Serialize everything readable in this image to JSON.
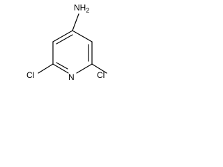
{
  "molecule": {
    "atoms": {
      "amine": "NH",
      "amine_subscript": "2",
      "ring_nitrogen": "N",
      "chlorine_left": "Cl",
      "chlorine_right": "Cl"
    },
    "colors": {
      "bond": "#000000",
      "label": "#000000",
      "background": "#ffffff"
    }
  }
}
